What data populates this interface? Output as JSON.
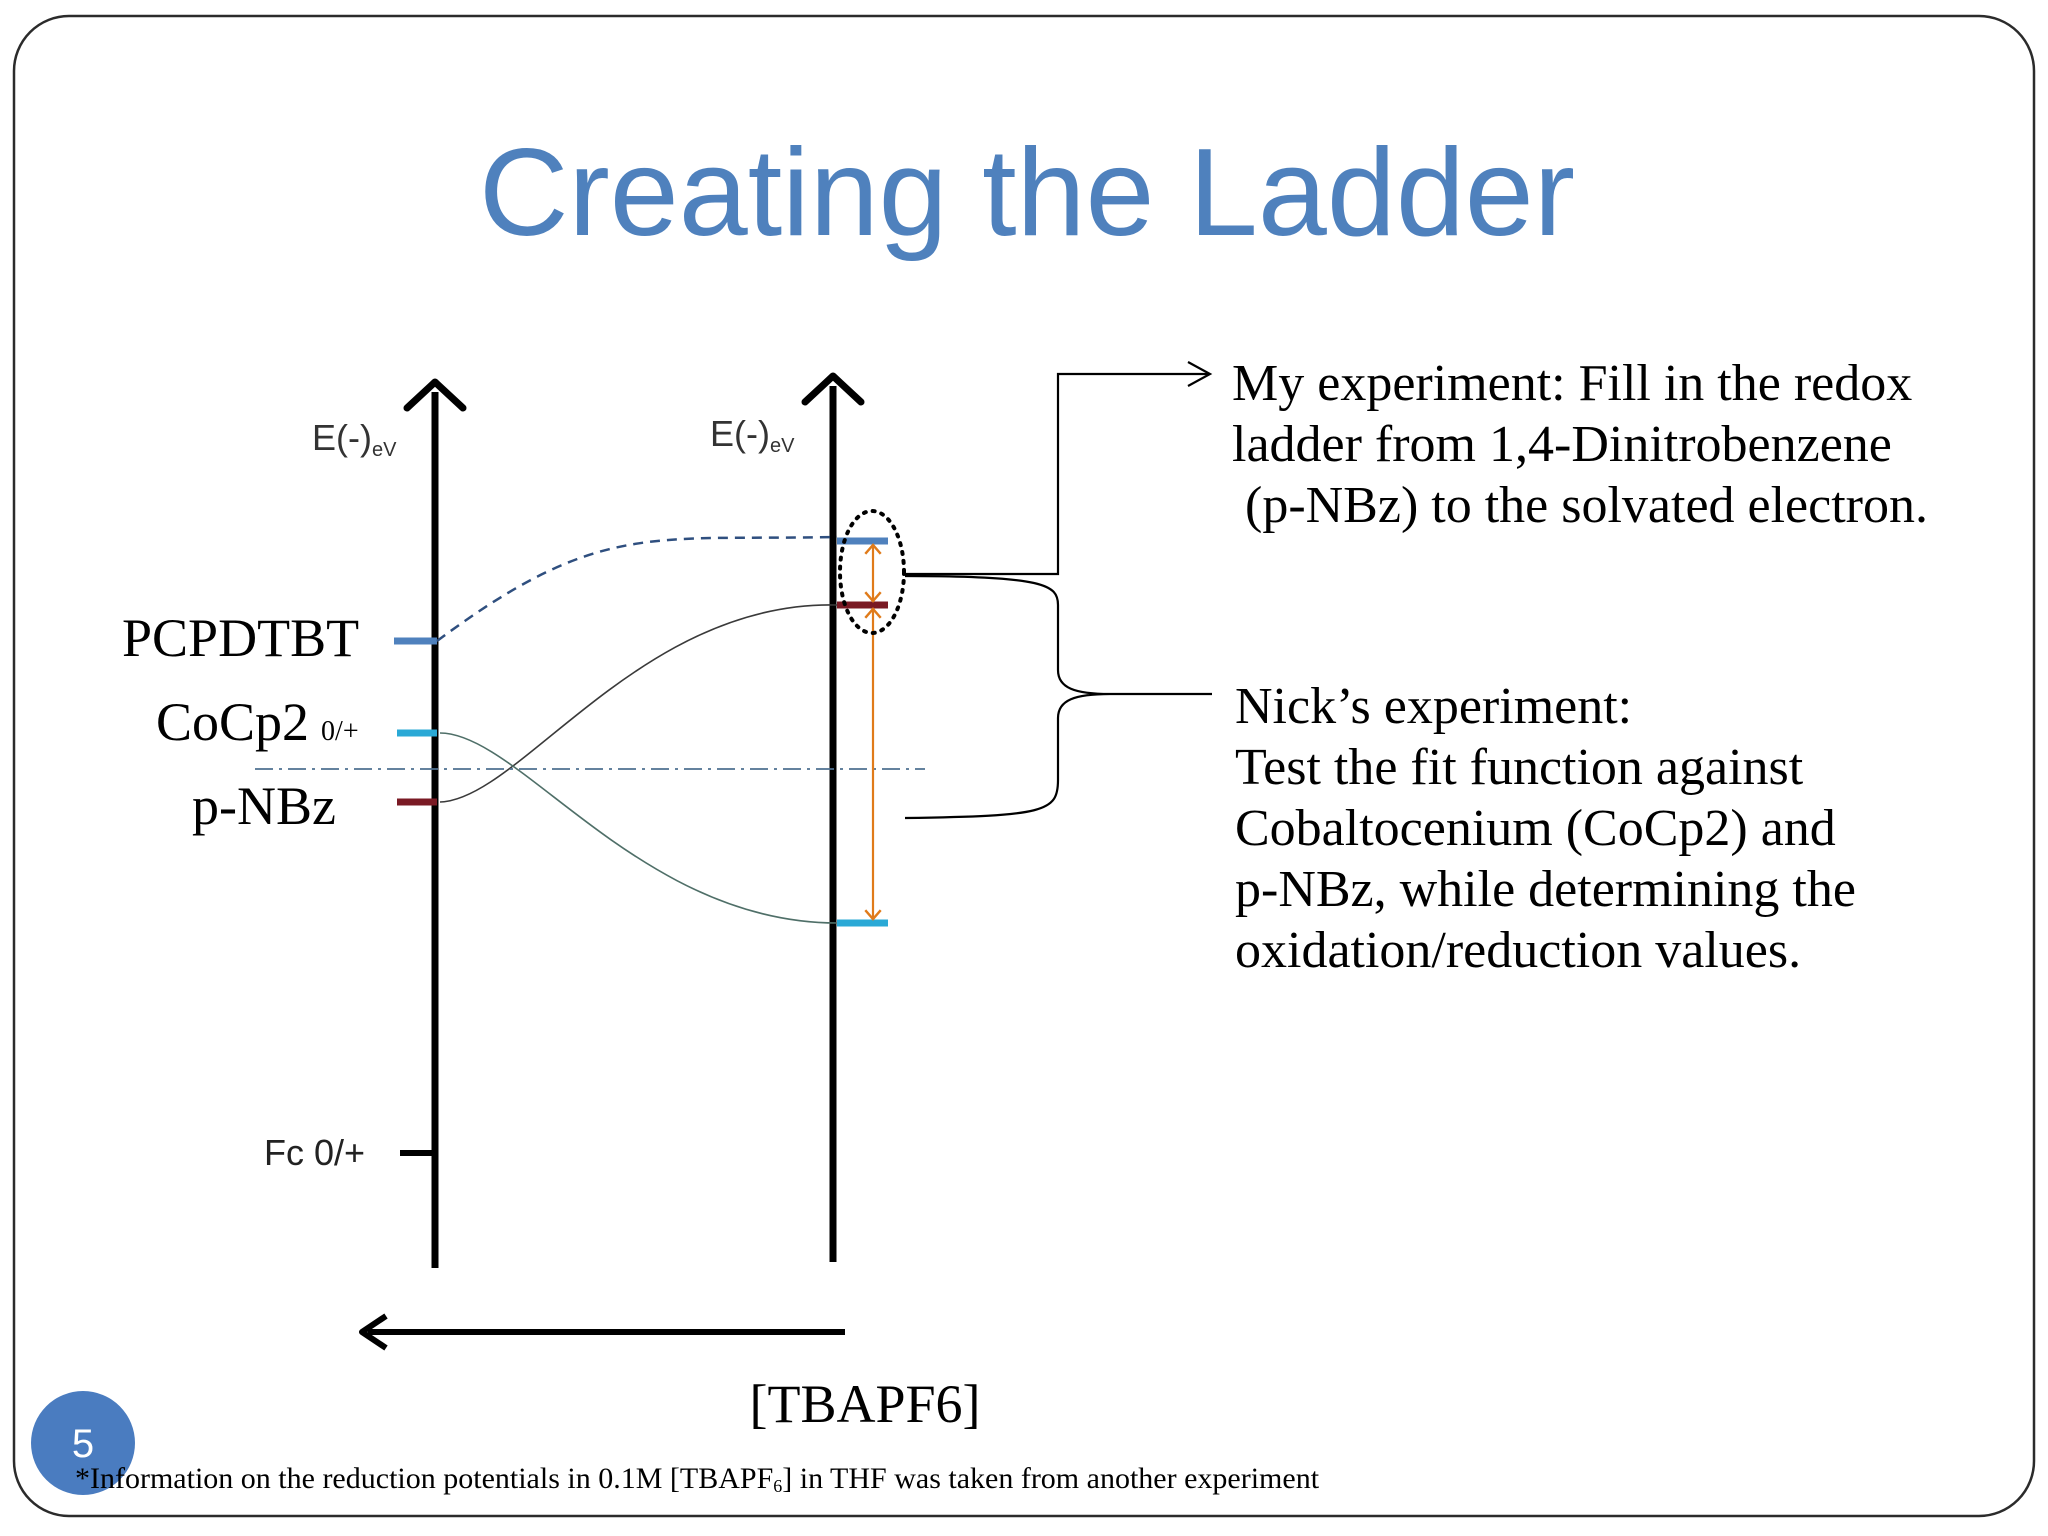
{
  "slide": {
    "title": "Creating the Ladder",
    "page_number": "5",
    "footnote_main": "*Information on the reduction potentials in 0.1M [TBAPF",
    "footnote_sub": "6",
    "footnote_tail": "] in THF was taken from another experiment"
  },
  "diagram": {
    "left_axis_label": "E(-)",
    "left_axis_sub": "eV",
    "right_axis_label": "E(-)",
    "right_axis_sub": "eV",
    "levels": {
      "pcpdtbt": "PCPDTBT",
      "cocp2": "CoCp2",
      "cocp2_sup": "0/+",
      "pnbz": "p-NBz",
      "fc": "Fc 0/+"
    },
    "bottom_label": "[TBAPF6]"
  },
  "annotations": {
    "my_experiment": [
      "My experiment: Fill in the redox",
      "ladder from 1,4-Dinitrobenzene",
      " (p-NBz) to the solvated electron."
    ],
    "nicks_experiment": [
      "Nick’s experiment:",
      "Test the fit function against",
      "Cobaltocenium (CoCp2) and",
      "p-NBz, while determining the",
      "oxidation/reduction values."
    ]
  },
  "colors": {
    "title": "#4f81bd",
    "blue_level": "#4f81bd",
    "cyan_level": "#2aa9d6",
    "maroon_level": "#7a1a24",
    "orange_arrow": "#e07b1a",
    "badge": "#4a7cc0"
  }
}
